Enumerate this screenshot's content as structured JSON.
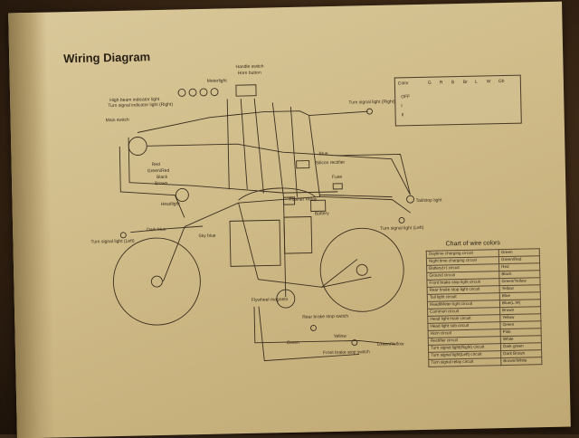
{
  "title": "Wiring Diagram",
  "components": [
    {
      "key": "handle_switch",
      "text": "Handle switch"
    },
    {
      "key": "horn_button",
      "text": "Horn button"
    },
    {
      "key": "meter_light",
      "text": "Meterlight"
    },
    {
      "key": "high_beam",
      "text": "High beam indicator light"
    },
    {
      "key": "turn_signal_right_ind",
      "text": "Turn signal indicator light (Right)"
    },
    {
      "key": "main_switch",
      "text": "Main switch"
    },
    {
      "key": "turn_signal_right",
      "text": "Turn signal light (Right)"
    },
    {
      "key": "silicon_rectifier",
      "text": "Silicon rectifier"
    },
    {
      "key": "fuse",
      "text": "Fuse"
    },
    {
      "key": "flasher_relay",
      "text": "Flasher Relay"
    },
    {
      "key": "battery",
      "text": "Battery"
    },
    {
      "key": "tail_stop",
      "text": "Tail/stop light"
    },
    {
      "key": "turn_signal_left_rear",
      "text": "Turn signal light (Left)"
    },
    {
      "key": "headlight",
      "text": "Headlight"
    },
    {
      "key": "turn_signal_left_front",
      "text": "Turn signal light (Left)"
    },
    {
      "key": "flywheel_magneto",
      "text": "Flywheel magneto"
    },
    {
      "key": "rear_brake",
      "text": "Rear brake stop switch"
    },
    {
      "key": "front_brake",
      "text": "Front brake stop switch"
    }
  ],
  "wire_labels": {
    "blue": "Blue",
    "dark_blue": "Dark blue",
    "red": "Red",
    "green_red": "Green/Red",
    "black": "Black",
    "brown": "Brown",
    "yellow": "Yellow",
    "green_yellow": "Green/Yellow",
    "sky_blue": "Sky blue",
    "green": "Green"
  },
  "switch_table": {
    "headers": [
      "Color",
      "G",
      "R",
      "B",
      "Br",
      "L",
      "W",
      "Gb"
    ],
    "rows": [
      "OFF",
      "I",
      "II"
    ]
  },
  "wire_chart": {
    "title": "Chart of wire colors",
    "rows": [
      [
        "Daytime charging circuit",
        "Green"
      ],
      [
        "Night time charging circuit",
        "Green/Red"
      ],
      [
        "Battery(+) circuit",
        "Red"
      ],
      [
        "Ground circuit",
        "Black"
      ],
      [
        "Front brake stop light circuit",
        "Green/Yellow"
      ],
      [
        "Rear brake stop light circuit",
        "Yellow"
      ],
      [
        "Tail light circuit",
        "Blue"
      ],
      [
        "Head/Meter light circuit",
        "Blue(L.W)"
      ],
      [
        "Common circuit",
        "Brown"
      ],
      [
        "Head light main circuit",
        "Yellow"
      ],
      [
        "Head light sub circuit",
        "Green"
      ],
      [
        "Horn circuit",
        "Pink"
      ],
      [
        "Rectifier circuit",
        "White"
      ],
      [
        "Turn signal light(Right) circuit",
        "Dark green"
      ],
      [
        "Turn signal light(Left) circuit",
        "Dark Brown"
      ],
      [
        "Turn signal relay circuit",
        "Brown/White"
      ]
    ]
  }
}
